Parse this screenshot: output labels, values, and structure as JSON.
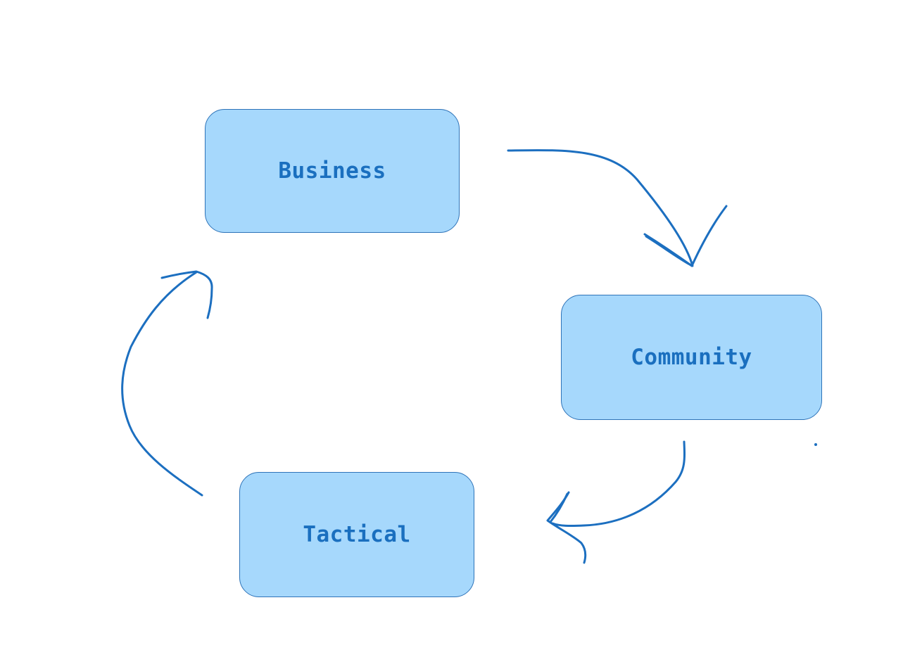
{
  "diagram": {
    "colors": {
      "node_fill": "#a6d8fc",
      "node_border": "#2e73b8",
      "label_text": "#1a6fbf",
      "arrow": "#1c6fc0",
      "background": "#ffffff"
    },
    "nodes": [
      {
        "id": "business",
        "label": "Business"
      },
      {
        "id": "community",
        "label": "Community"
      },
      {
        "id": "tactical",
        "label": "Tactical"
      }
    ],
    "edges": [
      {
        "from": "business",
        "to": "community",
        "style": "hand-drawn"
      },
      {
        "from": "community",
        "to": "tactical",
        "style": "hand-drawn"
      },
      {
        "from": "tactical",
        "to": "business",
        "style": "hand-drawn"
      }
    ]
  }
}
